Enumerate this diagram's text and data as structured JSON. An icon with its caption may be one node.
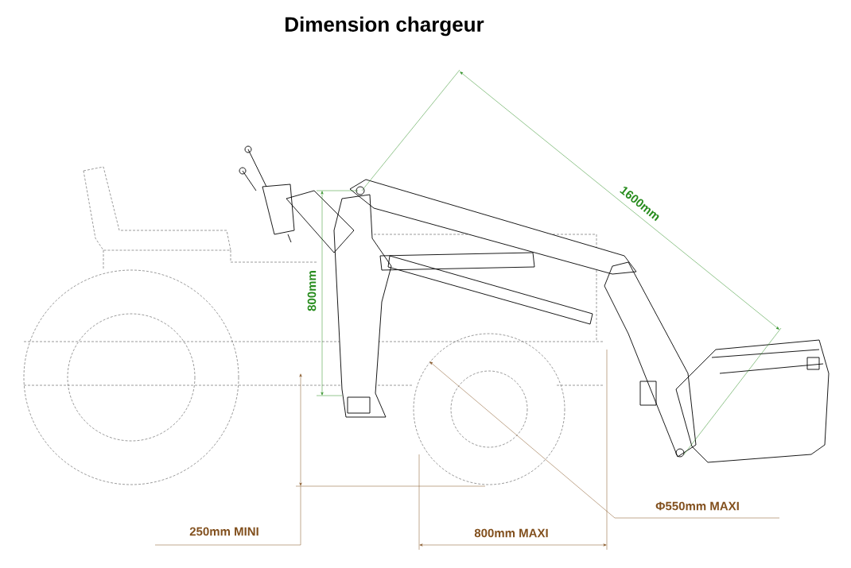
{
  "diagram": {
    "title": "Dimension chargeur",
    "labels": [
      "1600mm",
      "800mm",
      "Φ550mm MAXI",
      "250mm MINI",
      "800mm MAXI"
    ]
  }
}
